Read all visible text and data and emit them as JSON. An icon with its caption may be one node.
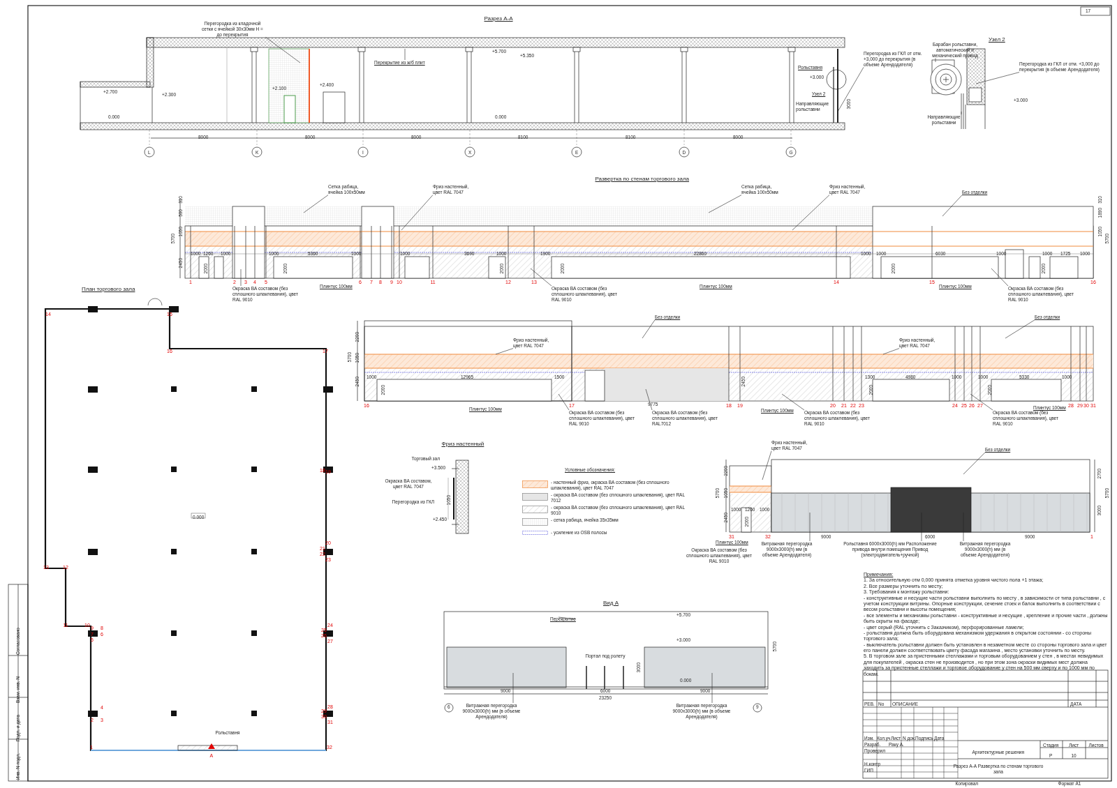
{
  "diagram": {
    "nodes": [
      {
        "text": [
          "Перегородка из кладочной сетки с ячейкой 30х30мм Н = до перекрытия"
        ]
      },
      {
        "text": [
          "Перекрытие из ж/б плит"
        ]
      },
      {
        "text": [
          "Перегородка из ГКЛ от отм. +3,000 до перекрытия (в объеме Арендодателя)"
        ]
      },
      {
        "text": [
          "Барабан рольставни, автоматический и механический привод"
        ]
      },
      {
        "text": [
          "Перегородка из ГКЛ от отм. +3,000 до перекрытия (в объеме Арендодателя)"
        ]
      },
      {
        "text": [
          "Направляющие рольставни"
        ]
      },
      {
        "text": [
          "Сетка рабица, ячейка 100х50мм"
        ]
      },
      {
        "text": [
          "Фриз настенный, цвет RAL 7047"
        ]
      },
      {
        "text": [
          "Сетка рабица, ячейка 100х50мм"
        ]
      },
      {
        "text": [
          "Фриз настенный, цвет RAL 7047"
        ]
      },
      {
        "text": [
          "Без отделки"
        ]
      },
      {
        "text": [
          "Окраска ВА составом (без сплошного шпаклевания), цвет RAL 9010"
        ]
      },
      {
        "text": [
          "Окраска ВА составом (без сплошного шпаклевания), цвет RAL 9010"
        ]
      },
      {
        "text": [
          "Окраска ВА составом (без сплошного шпаклевания), цвет RAL 9010"
        ]
      },
      {
        "text": [
          "Без отделки"
        ]
      },
      {
        "text": [
          "Без отделки"
        ]
      },
      {
        "text": [
          "Фриз настенный, цвет RAL 7047"
        ]
      },
      {
        "text": [
          "Фриз настенный, цвет RAL 7047"
        ]
      },
      {
        "text": [
          "Окраска ВА составом (без сплошного шпаклевания), цвет RAL 9010"
        ]
      },
      {
        "text": [
          "Окраска ВА составом (без сплошного шпаклевания), цвет RAL7012"
        ]
      },
      {
        "text": [
          "Окраска ВА составом (без сплошного шпаклевания), цвет RAL 9010"
        ]
      },
      {
        "text": [
          "Окраска ВА составом (без сплошного шпаклевания), цвет RAL 9010"
        ]
      },
      {
        "text": [
          "Фриз настенный, цвет RAL 7047"
        ]
      },
      {
        "text": [
          "Без отделки"
        ]
      },
      {
        "text": [
          "Витражная перегородка 9000х3000(h) мм (в объеме Арендодателя)"
        ]
      },
      {
        "text": [
          "Рольставня 6000х3000(h) мм Расположение привода внутри помещения Привод (электродвигатель+ручной)"
        ]
      },
      {
        "text": [
          "Витражная перегородка 9000х3000(h) мм (в объеме Арендодателя)"
        ]
      },
      {
        "text": [
          "Перекрытие"
        ]
      },
      {
        "text": [
          "Витражная перегородка 9000х3000(h) мм (в объеме Арендодателя)"
        ]
      },
      {
        "text": [
          "Витражная перегородка 9000х3000(h) мм (в объеме Арендодателя)"
        ]
      }
    ],
    "edges": [
      {
        "from": 0,
        "to": null,
        "arrow": "none"
      },
      {
        "from": 1,
        "to": null,
        "arrow": "none"
      },
      {
        "from": 2,
        "to": null,
        "arrow": "none"
      },
      {
        "from": 3,
        "to": null,
        "arrow": "none"
      },
      {
        "from": 4,
        "to": null,
        "arrow": "none"
      },
      {
        "from": 5,
        "to": null,
        "arrow": "none"
      },
      {
        "from": 6,
        "to": null,
        "arrow": "none"
      },
      {
        "from": 7,
        "to": null,
        "arrow": "none"
      },
      {
        "from": 8,
        "to": null,
        "arrow": "none"
      },
      {
        "from": 9,
        "to": null,
        "arrow": "none"
      },
      {
        "from": 10,
        "to": null,
        "arrow": "none"
      },
      {
        "from": 11,
        "to": null,
        "arrow": "none"
      },
      {
        "from": 12,
        "to": null,
        "arrow": "none"
      },
      {
        "from": 13,
        "to": null,
        "arrow": "none"
      },
      {
        "from": 14,
        "to": null,
        "arrow": "none"
      },
      {
        "from": 15,
        "to": null,
        "arrow": "none"
      },
      {
        "from": 16,
        "to": null,
        "arrow": "none"
      },
      {
        "from": 17,
        "to": null,
        "arrow": "none"
      },
      {
        "from": 18,
        "to": null,
        "arrow": "none"
      },
      {
        "from": 19,
        "to": null,
        "arrow": "none"
      },
      {
        "from": 20,
        "to": null,
        "arrow": "none"
      },
      {
        "from": 21,
        "to": null,
        "arrow": "none"
      },
      {
        "from": 22,
        "to": null,
        "arrow": "none"
      },
      {
        "from": 23,
        "to": null,
        "arrow": "none"
      },
      {
        "from": 24,
        "to": null,
        "arrow": "none"
      },
      {
        "from": 25,
        "to": null,
        "arrow": "none"
      },
      {
        "from": 26,
        "to": null,
        "arrow": "none"
      },
      {
        "from": 27,
        "to": null,
        "arrow": "none"
      },
      {
        "from": 28,
        "to": null,
        "arrow": "none"
      },
      {
        "from": 29,
        "to": null,
        "arrow": "none"
      }
    ],
    "labels": [
      "Разрез А-А",
      "+5.700",
      "+5.350",
      "+2.700",
      "+2.300",
      "0.000",
      "+2.100",
      "+2.400",
      "0.000",
      "Рольставня",
      "+3.000",
      "Узел 2",
      "Направляющие рольставни",
      "3000",
      "8000",
      "8000",
      "8000",
      "8100",
      "8100",
      "8000",
      "L",
      "K",
      "I",
      "X",
      "E",
      "D",
      "G",
      "Узел 2",
      "+3.000",
      "Развертка по стенам торгового зала",
      "310",
      "500",
      "1050",
      "2450",
      "5700",
      "310",
      "1890",
      "1050",
      "5700",
      "1000",
      "1260",
      "1000",
      "1000",
      "5360",
      "1000",
      "1000",
      "3690",
      "1000",
      "1900",
      "22860",
      "1000",
      "1000",
      "6030",
      "1000",
      "1000",
      "1725",
      "1000",
      "2000",
      "2000",
      "2000",
      "2000",
      "2000",
      "2000",
      "1",
      "2",
      "3",
      "4",
      "5",
      "6",
      "7",
      "8",
      "9",
      "10",
      "11",
      "12",
      "13",
      "14",
      "15",
      "16",
      "Плинтус 100мм",
      "Плинтус 100мм",
      "Плинтус 100мм",
      "2200",
      "1050",
      "2450",
      "5700",
      "1000",
      "12965",
      "1500",
      "1300",
      "4980",
      "1000",
      "1000",
      "5330",
      "1000",
      "9775",
      "2000",
      "2000",
      "2000",
      "2450",
      "16",
      "17",
      "18",
      "19",
      "20",
      "21",
      "22",
      "23",
      "24",
      "25",
      "26",
      "27",
      "28",
      "29",
      "30",
      "31",
      "Плинтус 100мм",
      "Плинтус 100мм",
      "Плинтус 100мм",
      "Фриз настенный",
      "Торговый зал",
      "+3.500",
      "Окраска ВА составом, цвет RAL 7047",
      "Перегородка из ГКЛ",
      "1050",
      "+2.450",
      "Условные обозначения:",
      "2200",
      "1050",
      "2450",
      "5700",
      "1000",
      "1260",
      "1000",
      "2000",
      "9000",
      "6000",
      "9000",
      "2700",
      "3000",
      "5700",
      "31",
      "32",
      "1",
      "Плинтус 100мм",
      "Окраска ВА составом (без сплошного шпаклевания), цвет RAL 9010",
      "План торгового зала",
      "0.000",
      "Рольставня",
      "А",
      "14",
      "15",
      "16",
      "17",
      "18",
      "19",
      "20",
      "21",
      "22",
      "23",
      "13",
      "12",
      "11",
      "10",
      "9",
      "8",
      "7",
      "6",
      "5",
      "4",
      "2",
      "3",
      "1",
      "32",
      "24",
      "25",
      "26",
      "27",
      "28",
      "29",
      "30",
      "31",
      "Вид А",
      "+5.700",
      "5700",
      "Портал под ролету",
      "+3.000",
      "3000",
      "0.000",
      "9000",
      "6000",
      "9000",
      "23250",
      "6",
      "9",
      "Примечания:",
      "1. За относительную отм 0,000 принята отметка уровня чистого пола +1 этажа;",
      "2. Все размеры уточнить по месту;",
      "3. Требования к монтажу рольставни:",
      "- конструктивные и несущие части рольставни выполнить по месту , в зависимости от типа рольставни , с учетом конструкции витрины. Опорные конструкции, сечение стоек и балок выполнить в соответствии с весом рольставни и высоты помещения;",
      "- все элементы и механизмы рольставни - конструктивные и несущие , крепление и прочие части , должны быть скрыты на фасаде;",
      "- цвет серый (RAL уточнить с Заказчиком), перфорированные ламели;",
      "- рольставня должна быть оборудована механизмом удержания в открытом состоянии - со стороны торгового зала;",
      "- выключатель рольставни должен быть установлен в незаметном месте со стороны торгового зала и цвет его панели должен соответствовать цвету фасада магазина , место установки уточнить по месту.",
      "5. В торговом зале за пристенными стеллажами и торговым оборудованием у стен , в местах невидимых для покупателей , окраска стен не производится , но при этом зона окраски видимых мест должна заходить за пристенные стеллажи и торговое оборудование у стен на 500 мм сверху и по 1000 мм по бокам.",
      "РЕВ.",
      "No",
      "ОПИСАНИЕ",
      "ДАТА",
      "Изм.",
      "Кол.уч",
      "Лист",
      "N док.",
      "Подпись",
      "Дата",
      "Разраб.",
      "Раку А.",
      "Проверил",
      "Н.контр",
      "ГИП",
      "Архитектурные решения",
      "Стадия",
      "Лист",
      "Листов",
      "Р",
      "10",
      "Разрез А-А Развертка по стенам торгового зала",
      "Копировал",
      "Формат А1",
      "Согласовано",
      "Взам. инв. N",
      "Подп. и дата",
      "Инв. N подл.",
      "17"
    ],
    "legend": [
      {
        "text": "- настенный фриз, окраска ВА составом (без сплошного шпаклевания), цвет RAL 7047"
      },
      {
        "text": "- окраска ВА составом (без сплошного шпаклевания), цвет RAL 7012"
      },
      {
        "text": "- окраска ВА составом (без сплошного шпаклевания), цвет RAL 9010"
      },
      {
        "text": "- сетка рабица, ячейка 35х35мм"
      },
      {
        "text": "- усиление из OSB полосы"
      }
    ]
  }
}
